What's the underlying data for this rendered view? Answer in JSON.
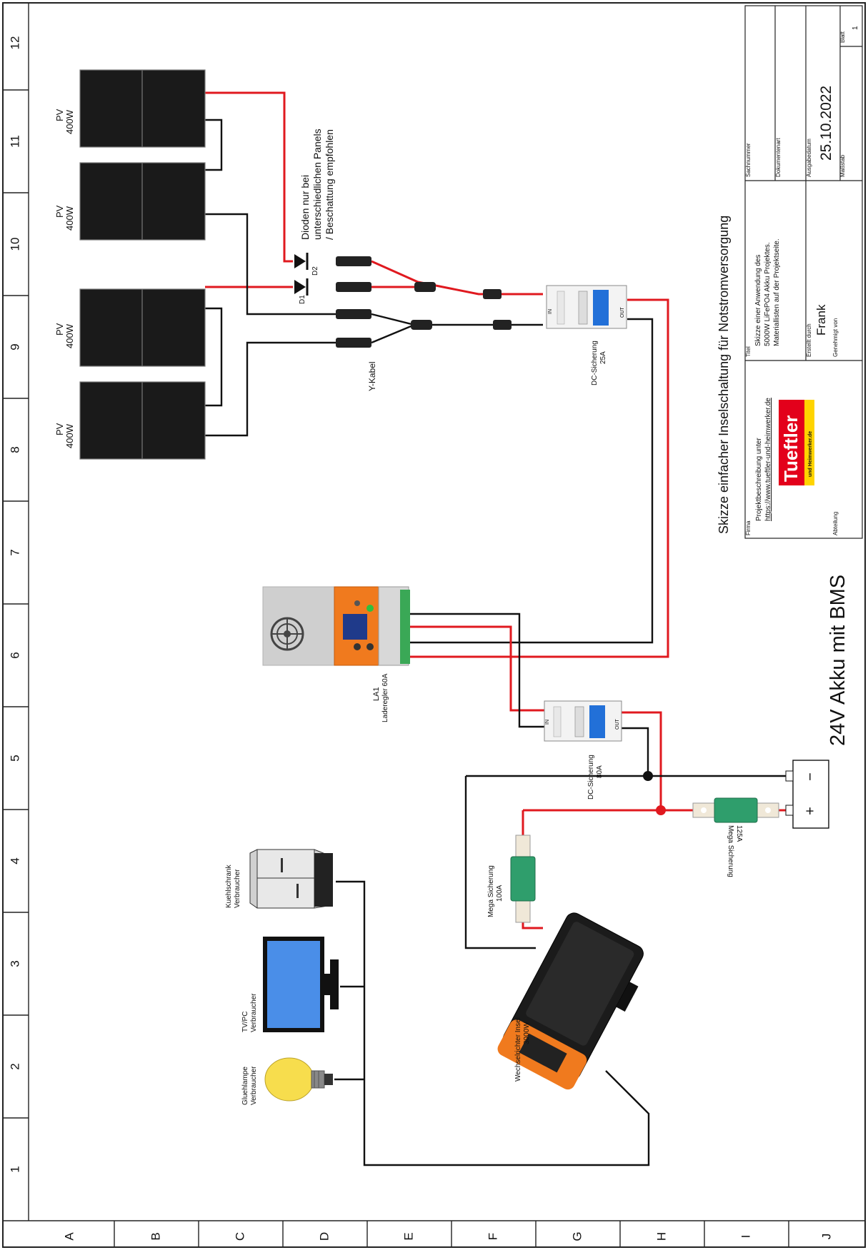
{
  "colors": {
    "positive_wire": "#e0191f",
    "negative_wire": "#111111",
    "charger_orange": "#f07a1e",
    "fuse_green": "#2f9e6c",
    "breaker_blue": "#2270d8",
    "tv_screen": "#4a8ee8",
    "bulb": "#f7dd4d"
  },
  "grid": {
    "columns": [
      "1",
      "2",
      "3",
      "4",
      "5",
      "6",
      "7",
      "8",
      "9",
      "10",
      "11",
      "12"
    ],
    "rows": [
      "A",
      "B",
      "C",
      "D",
      "E",
      "F",
      "G",
      "H",
      "I",
      "J"
    ]
  },
  "title": "Skizze einfacher Inselschaltung für Notstromversorgung",
  "battery_label": "24V Akku mit BMS",
  "battery_minus": "−",
  "battery_plus": "+",
  "panels": [
    {
      "line1": "PV",
      "line2": "400W"
    },
    {
      "line1": "PV",
      "line2": "400W"
    },
    {
      "line1": "PV",
      "line2": "400W"
    },
    {
      "line1": "PV",
      "line2": "400W"
    }
  ],
  "diode_note": [
    "Dioden nur bei",
    "unterschiedlichen Panels",
    "/ Beschattung empfohlen"
  ],
  "diodes": [
    "D1",
    "D2"
  ],
  "y_cable": "Y-Kabel",
  "breaker_pv": {
    "line1": "DC-Sicherung",
    "line2": "25A",
    "in": "IN",
    "out": "OUT"
  },
  "breaker_batt": {
    "line1": "DC-Sicherung",
    "line2": "80A",
    "in": "IN",
    "out": "OUT"
  },
  "charger": {
    "line1": "LA1",
    "line2": "Laderegler 60A"
  },
  "fuse_inverter": {
    "line1": "Mega Sicherung",
    "line2": "100A"
  },
  "fuse_battery": {
    "line1": "Mega Sicherung",
    "line2": "125A"
  },
  "inverter": {
    "line1": "Wechselrichter Insel",
    "line2": "3000W"
  },
  "loads": [
    {
      "line1": "Kuehlschrank",
      "line2": "Verbraucher"
    },
    {
      "line1": "TV/PC",
      "line2": "Verbraucher"
    },
    {
      "line1": "Gluehlampe",
      "line2": "Verbraucher"
    }
  ],
  "title_block": {
    "firma_label": "Firma",
    "firma_text1": "Projektbeschreibung unter",
    "firma_text2": "https://www.tueftler-und-heimwerker.de",
    "logo_main": "Tueftler",
    "logo_sub": "und Heimwerker.de",
    "titel_label": "Titel",
    "titel_lines": [
      "Skizze einer Anwendung des",
      "5000W LiFePO4 Akku Projektes.",
      "Materiallisten auf der Projektseite."
    ],
    "sach_label": "Sachnummer",
    "dok_label": "Dokumentenart",
    "erstellt_label": "Erstellt durch",
    "erstellt_value": "Frank",
    "ausgabe_label": "Ausgabedatum",
    "date": "25.10.2022",
    "abteilung_label": "Abteilung",
    "genehmigt_label": "Genehmigt von",
    "massstab_label": "Maßstab",
    "blatt_label": "Blatt",
    "blatt_value": "1"
  }
}
